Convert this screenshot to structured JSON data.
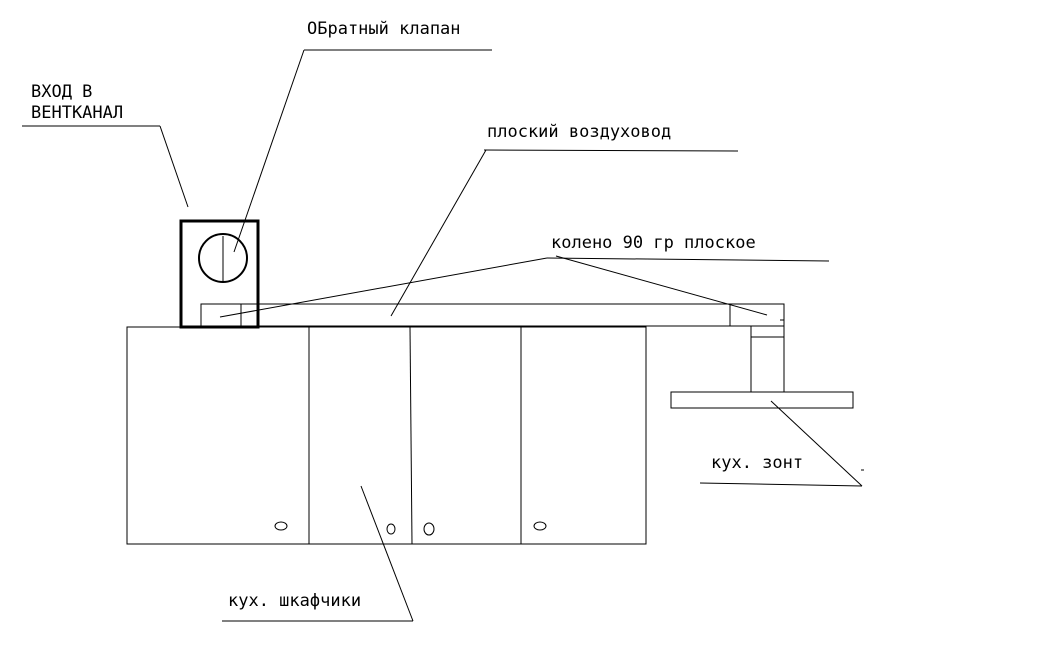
{
  "labels": {
    "check_valve": "ОБратный клапан",
    "vent_inlet_line1": "ВХОД В",
    "vent_inlet_line2": "ВЕНТКАНАЛ",
    "flat_duct": "плоский воздуховод",
    "elbow": "колено 90 гр плоское",
    "hood": "кух. зонт",
    "cabinets": "кух. шкафчики"
  },
  "colors": {
    "line": "#000000",
    "background": "#ffffff"
  }
}
